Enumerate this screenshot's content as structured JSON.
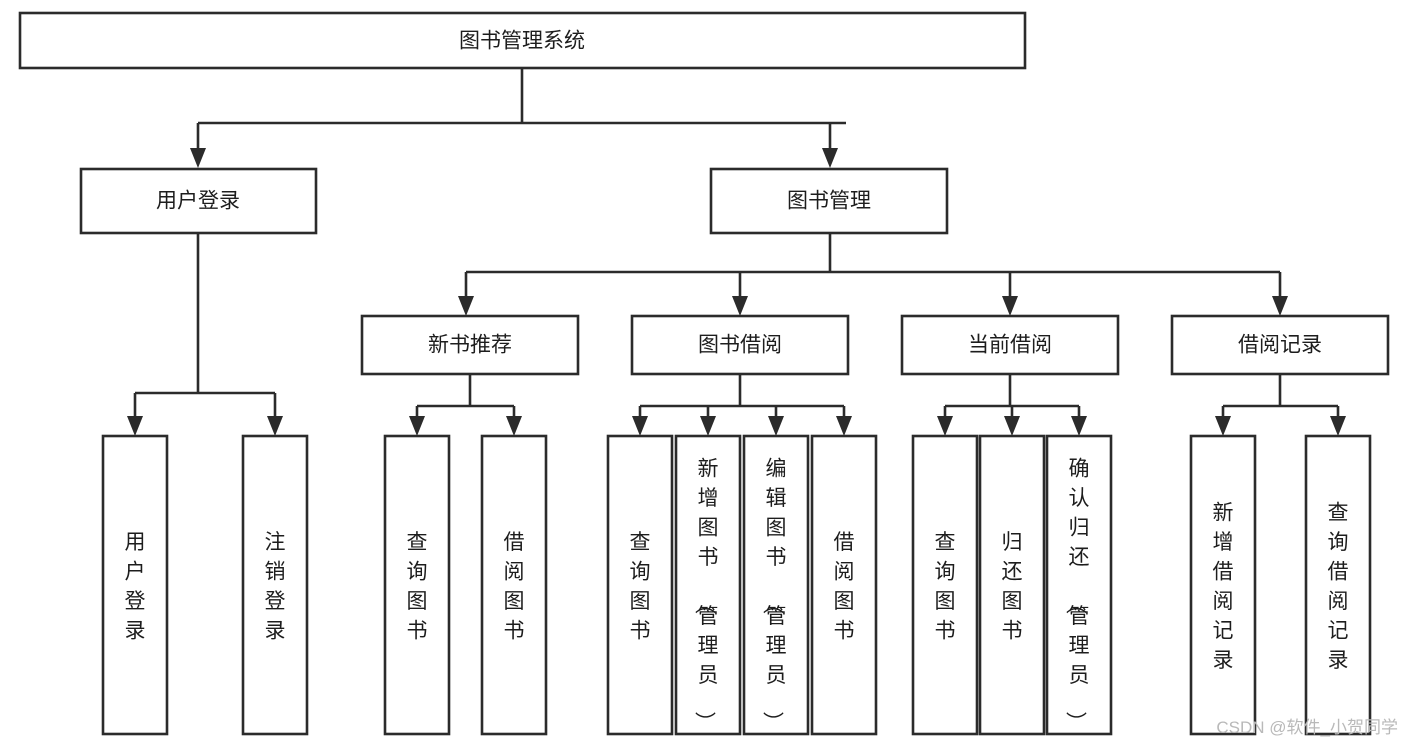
{
  "diagram": {
    "title": "图书管理系统",
    "type": "hierarchy-tree",
    "root": {
      "id": "root",
      "label": "图书管理系统"
    },
    "level2": [
      {
        "id": "user-login",
        "label": "用户登录"
      },
      {
        "id": "book-manage",
        "label": "图书管理"
      }
    ],
    "level3": [
      {
        "id": "new-book-recommend",
        "label": "新书推荐",
        "parent": "book-manage"
      },
      {
        "id": "book-borrow",
        "label": "图书借阅",
        "parent": "book-manage"
      },
      {
        "id": "current-borrow",
        "label": "当前借阅",
        "parent": "book-manage"
      },
      {
        "id": "borrow-record",
        "label": "借阅记录",
        "parent": "book-manage"
      }
    ],
    "leaves": [
      {
        "id": "leaf-user-login",
        "label": "用户登录",
        "parent": "user-login"
      },
      {
        "id": "leaf-logout-login",
        "label": "注销登录",
        "parent": "user-login"
      },
      {
        "id": "leaf-query-book-1",
        "label": "查询图书",
        "parent": "new-book-recommend"
      },
      {
        "id": "leaf-borrow-book-1",
        "label": "借阅图书",
        "parent": "new-book-recommend"
      },
      {
        "id": "leaf-query-book-2",
        "label": "查询图书",
        "parent": "book-borrow"
      },
      {
        "id": "leaf-add-book",
        "label": "新增图书（管理员）",
        "parent": "book-borrow"
      },
      {
        "id": "leaf-edit-book",
        "label": "编辑图书（管理员）",
        "parent": "book-borrow"
      },
      {
        "id": "leaf-borrow-book-2",
        "label": "借阅图书",
        "parent": "book-borrow"
      },
      {
        "id": "leaf-query-book-3",
        "label": "查询图书",
        "parent": "current-borrow"
      },
      {
        "id": "leaf-return-book",
        "label": "归还图书",
        "parent": "current-borrow"
      },
      {
        "id": "leaf-confirm-return",
        "label": "确认归还（管理员）",
        "parent": "current-borrow"
      },
      {
        "id": "leaf-add-record",
        "label": "新增借阅记录",
        "parent": "borrow-record"
      },
      {
        "id": "leaf-query-record",
        "label": "查询借阅记录",
        "parent": "borrow-record"
      }
    ],
    "colors": {
      "box_stroke": "#2b2b2b",
      "box_fill": "#ffffff",
      "text": "#1d1d1d",
      "background": "#ffffff",
      "watermark": "#b9b9b9"
    }
  },
  "watermark": {
    "text": "CSDN @软件_小贺同学"
  }
}
